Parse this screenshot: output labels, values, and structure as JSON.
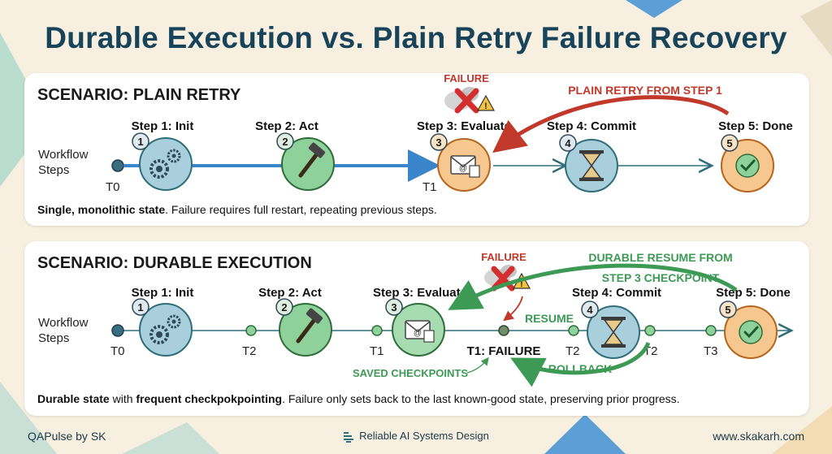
{
  "title": "Durable Execution vs. Plain Retry Failure Recovery",
  "scenario1": {
    "title": "SCENARIO: PLAIN RETRY",
    "row_label_line1": "Workflow",
    "row_label_line2": "Steps",
    "steps": [
      {
        "num": "1",
        "label": "Step 1: Init"
      },
      {
        "num": "2",
        "label": "Step 2: Act"
      },
      {
        "num": "3",
        "label": "Step 3: Evaluate"
      },
      {
        "num": "4",
        "label": "Step 4: Commit"
      },
      {
        "num": "5",
        "label": "Step 5: Done"
      }
    ],
    "t0": "T0",
    "t1": "T1",
    "failure_label": "FAILURE",
    "retry_label": "PLAIN RETRY FROM STEP 1",
    "caption_bold": "Single, monolithic state",
    "caption_rest": ". Failure requires full restart, repeating previous steps."
  },
  "scenario2": {
    "title": "SCENARIO: DURABLE EXECUTION",
    "row_label_line1": "Workflow",
    "row_label_line2": "Steps",
    "steps": [
      {
        "num": "1",
        "label": "Step 1: Init"
      },
      {
        "num": "2",
        "label": "Step 2: Act"
      },
      {
        "num": "3",
        "label": "Step 3: Evaluate"
      },
      {
        "num": "4",
        "label": "Step 4: Commit"
      },
      {
        "num": "5",
        "label": "Step 5: Done"
      }
    ],
    "times": [
      "T0",
      "T2",
      "T1",
      "T2",
      "T2",
      "T3"
    ],
    "failure_point_label": "T1: FAILURE",
    "failure_label": "FAILURE",
    "resume_from_line1": "DURABLE RESUME FROM",
    "resume_from_line2": "STEP 3 CHECKPOINT",
    "resume_label": "RESUME",
    "rollback_label": "ROLLBACK",
    "saved_checkpoints_label": "SAVED CHECKPOINTS",
    "caption_bold1": "Durable state",
    "caption_mid": " with ",
    "caption_bold2": "frequent checkpokpointing",
    "caption_rest": ". Failure only sets back to the last known-good state, preserving prior progress."
  },
  "footer": {
    "left": "QAPulse by SK",
    "center": "Reliable AI Systems Design",
    "right": "www.skakarh.com"
  },
  "colors": {
    "title": "#17445a",
    "blue_line": "#3a85c9",
    "teal_line": "#2e6e7a",
    "red": "#c0392b",
    "green": "#3d9a55",
    "node_blue": "#a9cfdc",
    "node_green": "#8fd19a",
    "node_orange": "#f6c78f"
  }
}
